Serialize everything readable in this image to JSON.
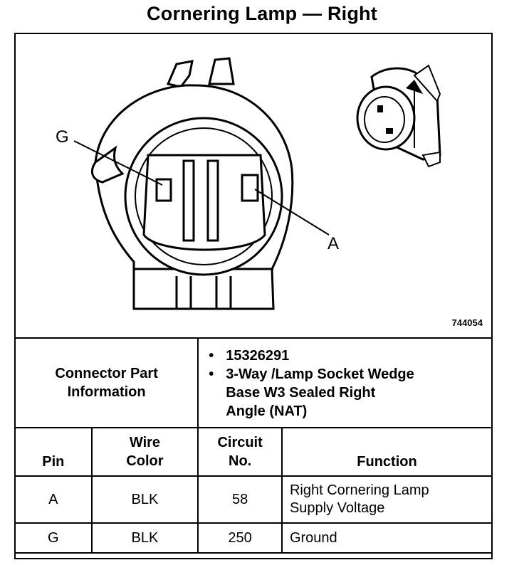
{
  "title": "Cornering Lamp — Right",
  "figure": {
    "id": "744054",
    "labels": {
      "g": "G",
      "a": "A"
    }
  },
  "connector": {
    "label_line1": "Connector Part",
    "label_line2": "Information",
    "items": [
      {
        "lines": [
          "15326291"
        ]
      },
      {
        "lines": [
          "3-Way /Lamp Socket Wedge",
          "Base W3 Sealed Right",
          "Angle (NAT)"
        ]
      }
    ]
  },
  "table": {
    "headers": {
      "pin": "Pin",
      "wire_1": "Wire",
      "wire_2": "Color",
      "circuit_1": "Circuit",
      "circuit_2": "No.",
      "function": "Function"
    },
    "rows": [
      {
        "pin": "A",
        "color": "BLK",
        "circuit": "58",
        "function_1": "Right Cornering Lamp",
        "function_2": "Supply Voltage"
      },
      {
        "pin": "G",
        "color": "BLK",
        "circuit": "250",
        "function_1": "Ground",
        "function_2": ""
      }
    ]
  }
}
